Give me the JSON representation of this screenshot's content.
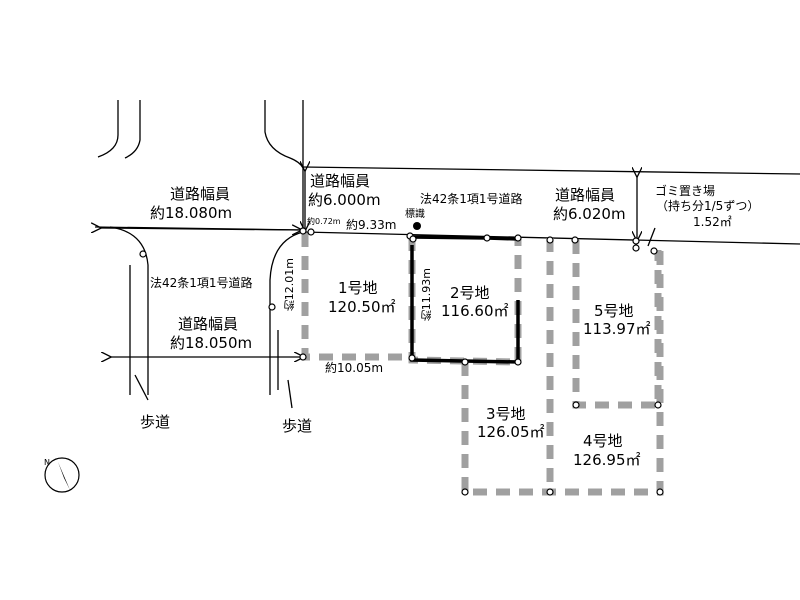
{
  "roads": {
    "top_left": {
      "label": "道路幅員",
      "width": "約18.080m"
    },
    "top_mid": {
      "label": "道路幅員",
      "width": "約6.000m"
    },
    "top_right": {
      "label": "道路幅員",
      "width": "約6.020m"
    },
    "bottom_left": {
      "label": "道路幅員",
      "width": "約18.050m"
    },
    "road_type_left": "法42条1項1号道路",
    "road_type_top": "法42条1項1号道路"
  },
  "sign_label": "標識",
  "sidewalks": [
    "歩道",
    "歩道"
  ],
  "dimensions": {
    "d072": "約0.72m",
    "d933": "約9.33m",
    "d1201": "約12.01m",
    "d1193": "約11.93m",
    "d1005": "約10.05m"
  },
  "garbage": {
    "title": "ゴミ置き場",
    "share": "（持ち分1/5ずつ）",
    "area": "1.52㎡"
  },
  "lots": [
    {
      "name": "1号地",
      "area": "120.50㎡"
    },
    {
      "name": "2号地",
      "area": "116.60㎡"
    },
    {
      "name": "3号地",
      "area": "126.05㎡"
    },
    {
      "name": "4号地",
      "area": "126.95㎡"
    },
    {
      "name": "5号地",
      "area": "113.97㎡"
    }
  ],
  "compass_label": "N"
}
